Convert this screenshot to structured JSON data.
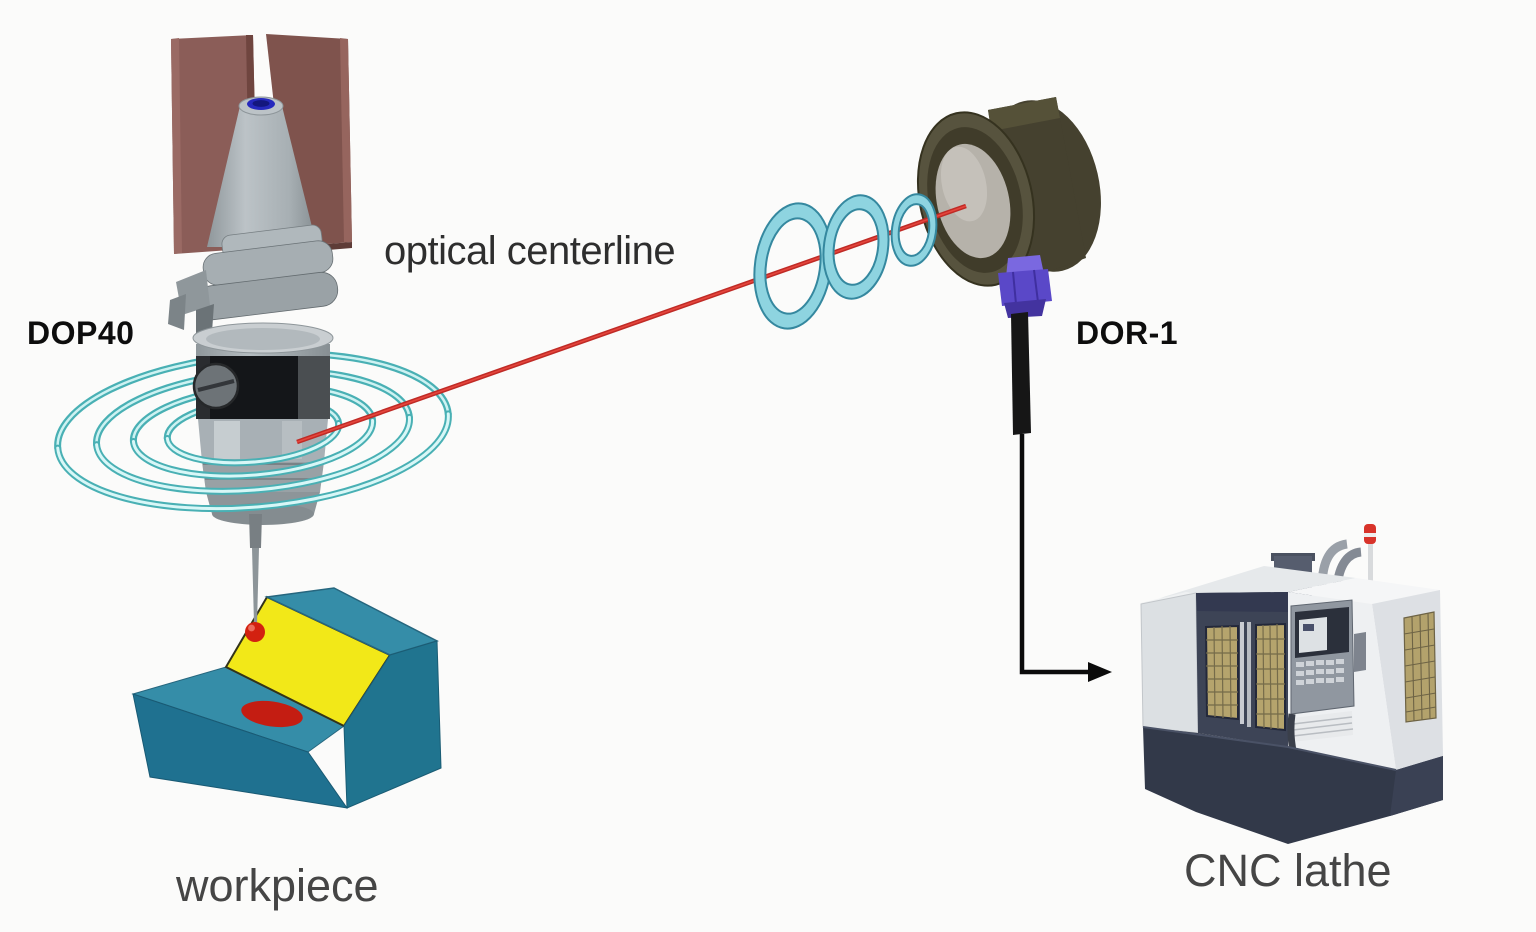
{
  "scene": {
    "background": "#fbfbfa",
    "labels": {
      "probe": "DOP40",
      "beam": "optical centerline",
      "receiver": "DOR-1",
      "workpiece": "workpiece",
      "machine": "CNC lathe"
    },
    "colors": {
      "laser": "#bf2b26",
      "signal_ring": "#49b0b4",
      "travel_ring": "#8ed4e0",
      "workpiece_top": "#358da8",
      "workpiece_front": "#1f7190",
      "workpiece_right": "#20748f",
      "workpiece_slope": "#f2e818",
      "workpiece_spot": "#c41d12",
      "probe_ball": "#d32110",
      "probe_band": "#141619",
      "receiver_body": "#4e4a36",
      "receiver_lens": "#b6b2aa",
      "receiver_gland": "#5a48c8",
      "cable": "#111111",
      "clamp": "#8b5d58",
      "cone": "#aeb6ba",
      "machine_body": "#ebedef",
      "machine_door": "#3d4456",
      "machine_window": "#b5a46d",
      "machine_base": "#323949"
    }
  }
}
